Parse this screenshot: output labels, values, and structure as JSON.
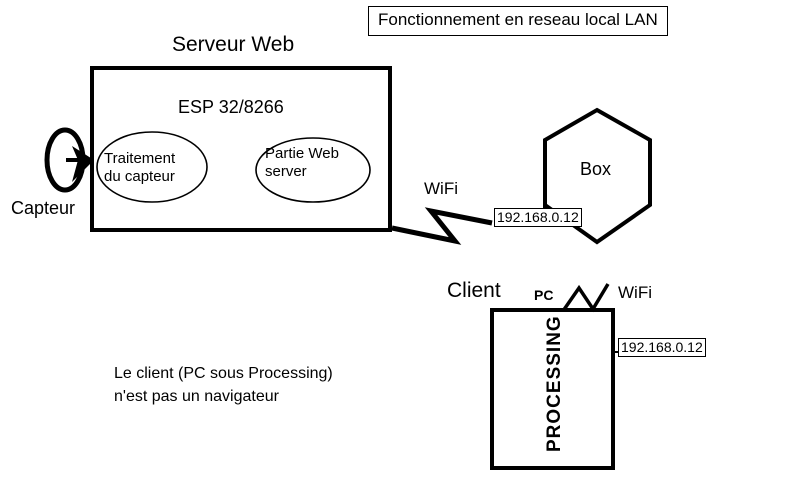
{
  "diagram": {
    "title": "Fonctionnement en reseau local LAN",
    "server": {
      "heading": "Serveur Web",
      "chip_label": "ESP 32/8266",
      "process_ellipse": "Traitement\ndu capteur",
      "webserver_ellipse": "Partie Web\nserver"
    },
    "sensor": {
      "label": "Capteur"
    },
    "links": {
      "wifi_server_to_box": "WiFi",
      "wifi_box_to_client": "WiFi"
    },
    "box": {
      "label": "Box",
      "ip": "192.168.0.12"
    },
    "client": {
      "heading": "Client",
      "pc_label": "PC",
      "app_label": "PROCESSING",
      "ip": "192.168.0.12"
    },
    "note": "Le client (PC sous Processing)\nn'est pas un navigateur",
    "colors": {
      "stroke": "#000000",
      "background": "#ffffff"
    }
  }
}
